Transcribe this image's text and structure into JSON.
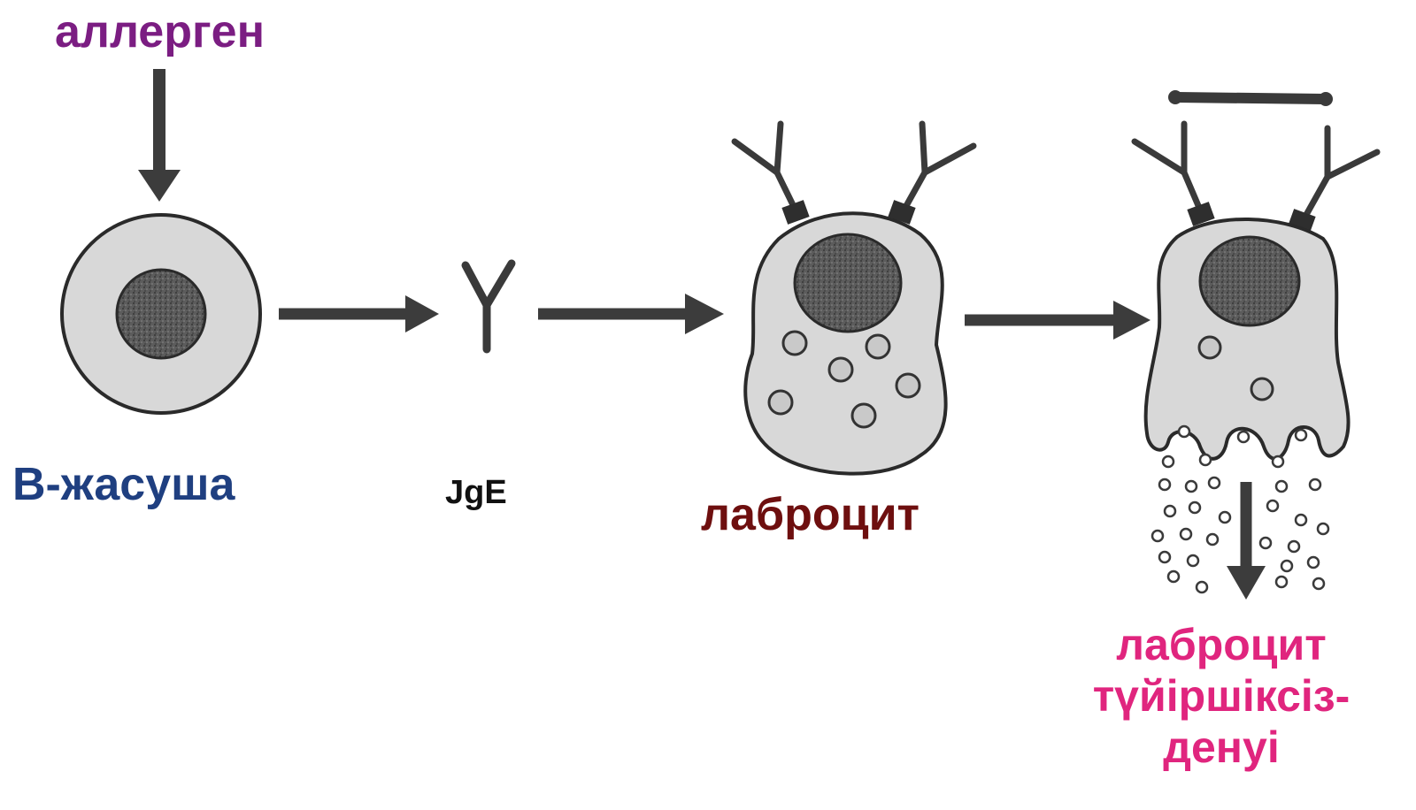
{
  "labels": {
    "allergen": "аллерген",
    "b_cell": "В-жасуша",
    "ige": "JgE",
    "mast_cell": "лаброцит",
    "degranulation": [
      "лаброцит",
      "түйіршіксіз-",
      "денуі"
    ]
  },
  "colors": {
    "allergen": "#7b1d82",
    "b_cell": "#1f3f80",
    "ige": "#111111",
    "mast_cell": "#6e0f0f",
    "degranulation": "#e0257e",
    "ink": "#3c3c3c",
    "cell_fill": "#d8d8d8",
    "nucleus": "#555555"
  }
}
